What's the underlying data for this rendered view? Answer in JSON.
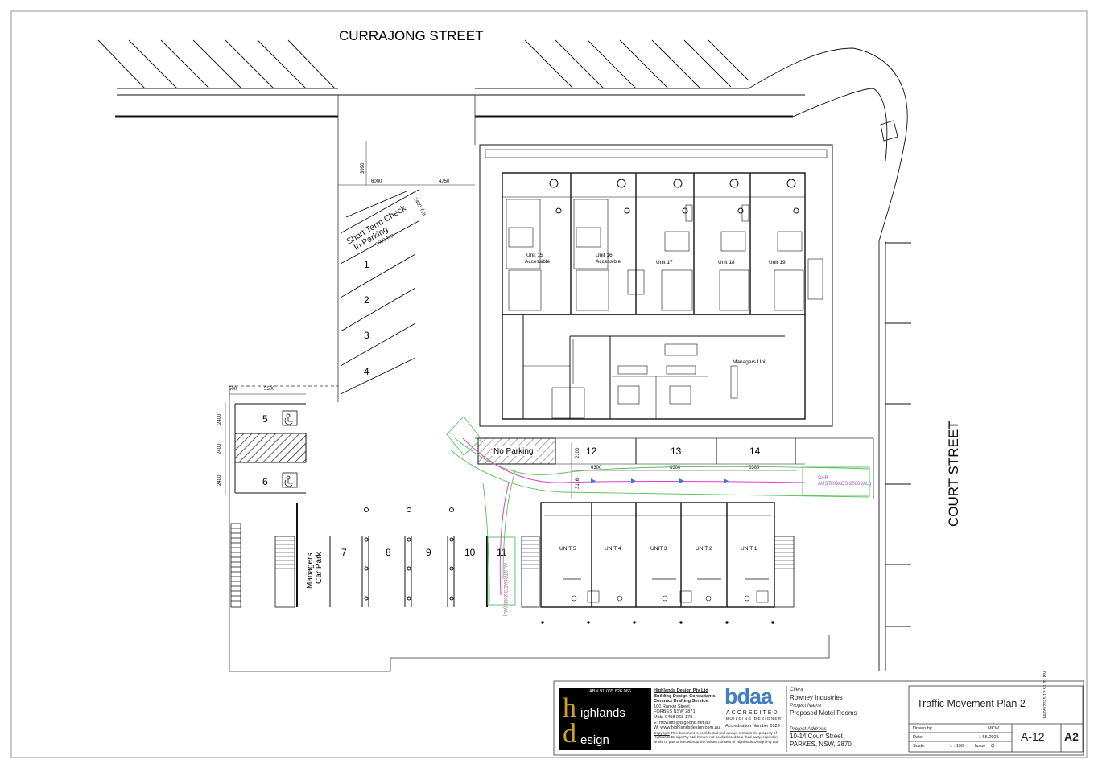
{
  "streets": {
    "top": "CURRAJONG STREET",
    "right": "COURT STREET"
  },
  "checkin": {
    "line1": "Short Term Check",
    "line2": "In Parking",
    "dim_len": "5500 Typ",
    "dim_w": "2400 Typ"
  },
  "dims": {
    "d3990": "3990",
    "d6000": "6000",
    "d4750": "4750",
    "d500": "500",
    "d5500": "5500",
    "d2400a": "2400",
    "d2400b": "2400",
    "d2400c": "2400",
    "d2100": "2100",
    "d3116": "3116",
    "d6300a": "6300",
    "d6300b": "6300",
    "d6300c": "6300"
  },
  "units_top": [
    {
      "line1": "Unit 15",
      "line2": "Accessible"
    },
    {
      "line1": "Unit 16",
      "line2": "Accessible"
    },
    {
      "line1": "Unit 17",
      "line2": ""
    },
    {
      "line1": "Unit 18",
      "line2": ""
    },
    {
      "line1": "Unit 19",
      "line2": ""
    }
  ],
  "managers_unit": "Managers Unit",
  "spaces": {
    "s1": "1",
    "s2": "2",
    "s3": "3",
    "s4": "4",
    "s5": "5",
    "s6": "6",
    "s7": "7",
    "s8": "8",
    "s9": "9",
    "s10": "10",
    "s11": "11",
    "s12": "12",
    "s13": "13",
    "s14": "14"
  },
  "no_parking": "No Parking",
  "managers_car_park": {
    "line1": "Managers",
    "line2": "Car Park"
  },
  "car_label": {
    "line1": "CAR",
    "line2": "AUSTROADS 2006 (AU)"
  },
  "car_label_v": "AUSTROADS 2006 (AU)",
  "units_bottom": [
    "UNIT 5",
    "UNIT 4",
    "UNIT 3",
    "UNIT 2",
    "UNIT 1"
  ],
  "title_block": {
    "abn": "ABN 91 065 826 066",
    "logo": "highlands design",
    "company": "Highlands Design Pty Ltd",
    "services": [
      "Building Design Consultants",
      "Contract Drafting Service"
    ],
    "address": [
      "100 Rankin Street",
      "FORBES NSW 2871"
    ],
    "mob": "Mob: 0408 968 178",
    "email": "E: mcwatts@bigpond.net.au",
    "web": "W: www.highlandsdesign.com.au",
    "copyright_label": "Copyright",
    "copyright": "This document is confidential and always remains the property of Highlands Design Pty Ltd. It must not be disclosed to a third party, copied in whole or part or lent without the written consent of Highlands Design Pty Ltd.",
    "bdaa": "bdaa",
    "accredited": "ACCREDITED",
    "building_designer": "BUILDING DESIGNER",
    "accreditation": "Accreditation Number 6529",
    "client_label": "Client",
    "client": "Rowney Industries",
    "project_label": "Project Name",
    "project": "Proposed Motel Rooms",
    "address_label": "Project Address",
    "project_address": [
      "10-14 Court Street",
      "PARKES, NSW, 2870"
    ],
    "sheet_title": "Traffic Movement Plan 2",
    "drawn_by_label": "Drawn by",
    "drawn_by": "MCW",
    "date_label": "Date",
    "date": "14.5.2025",
    "scale_label": "Scale",
    "scale": "1 : 150",
    "issue_label": "Issue",
    "issue": "Q",
    "drawing_no": "A-12",
    "sheet_size": "A2",
    "timestamp": "14/05/2025 12:51:11 PM"
  },
  "colors": {
    "line": "#111111",
    "green_path": "#56c15a",
    "magenta_path": "#e040c8",
    "blue_arrow": "#3a7bd5",
    "logo_gold": "#c9a227",
    "bdaa_blue": "#3f7fc0"
  }
}
